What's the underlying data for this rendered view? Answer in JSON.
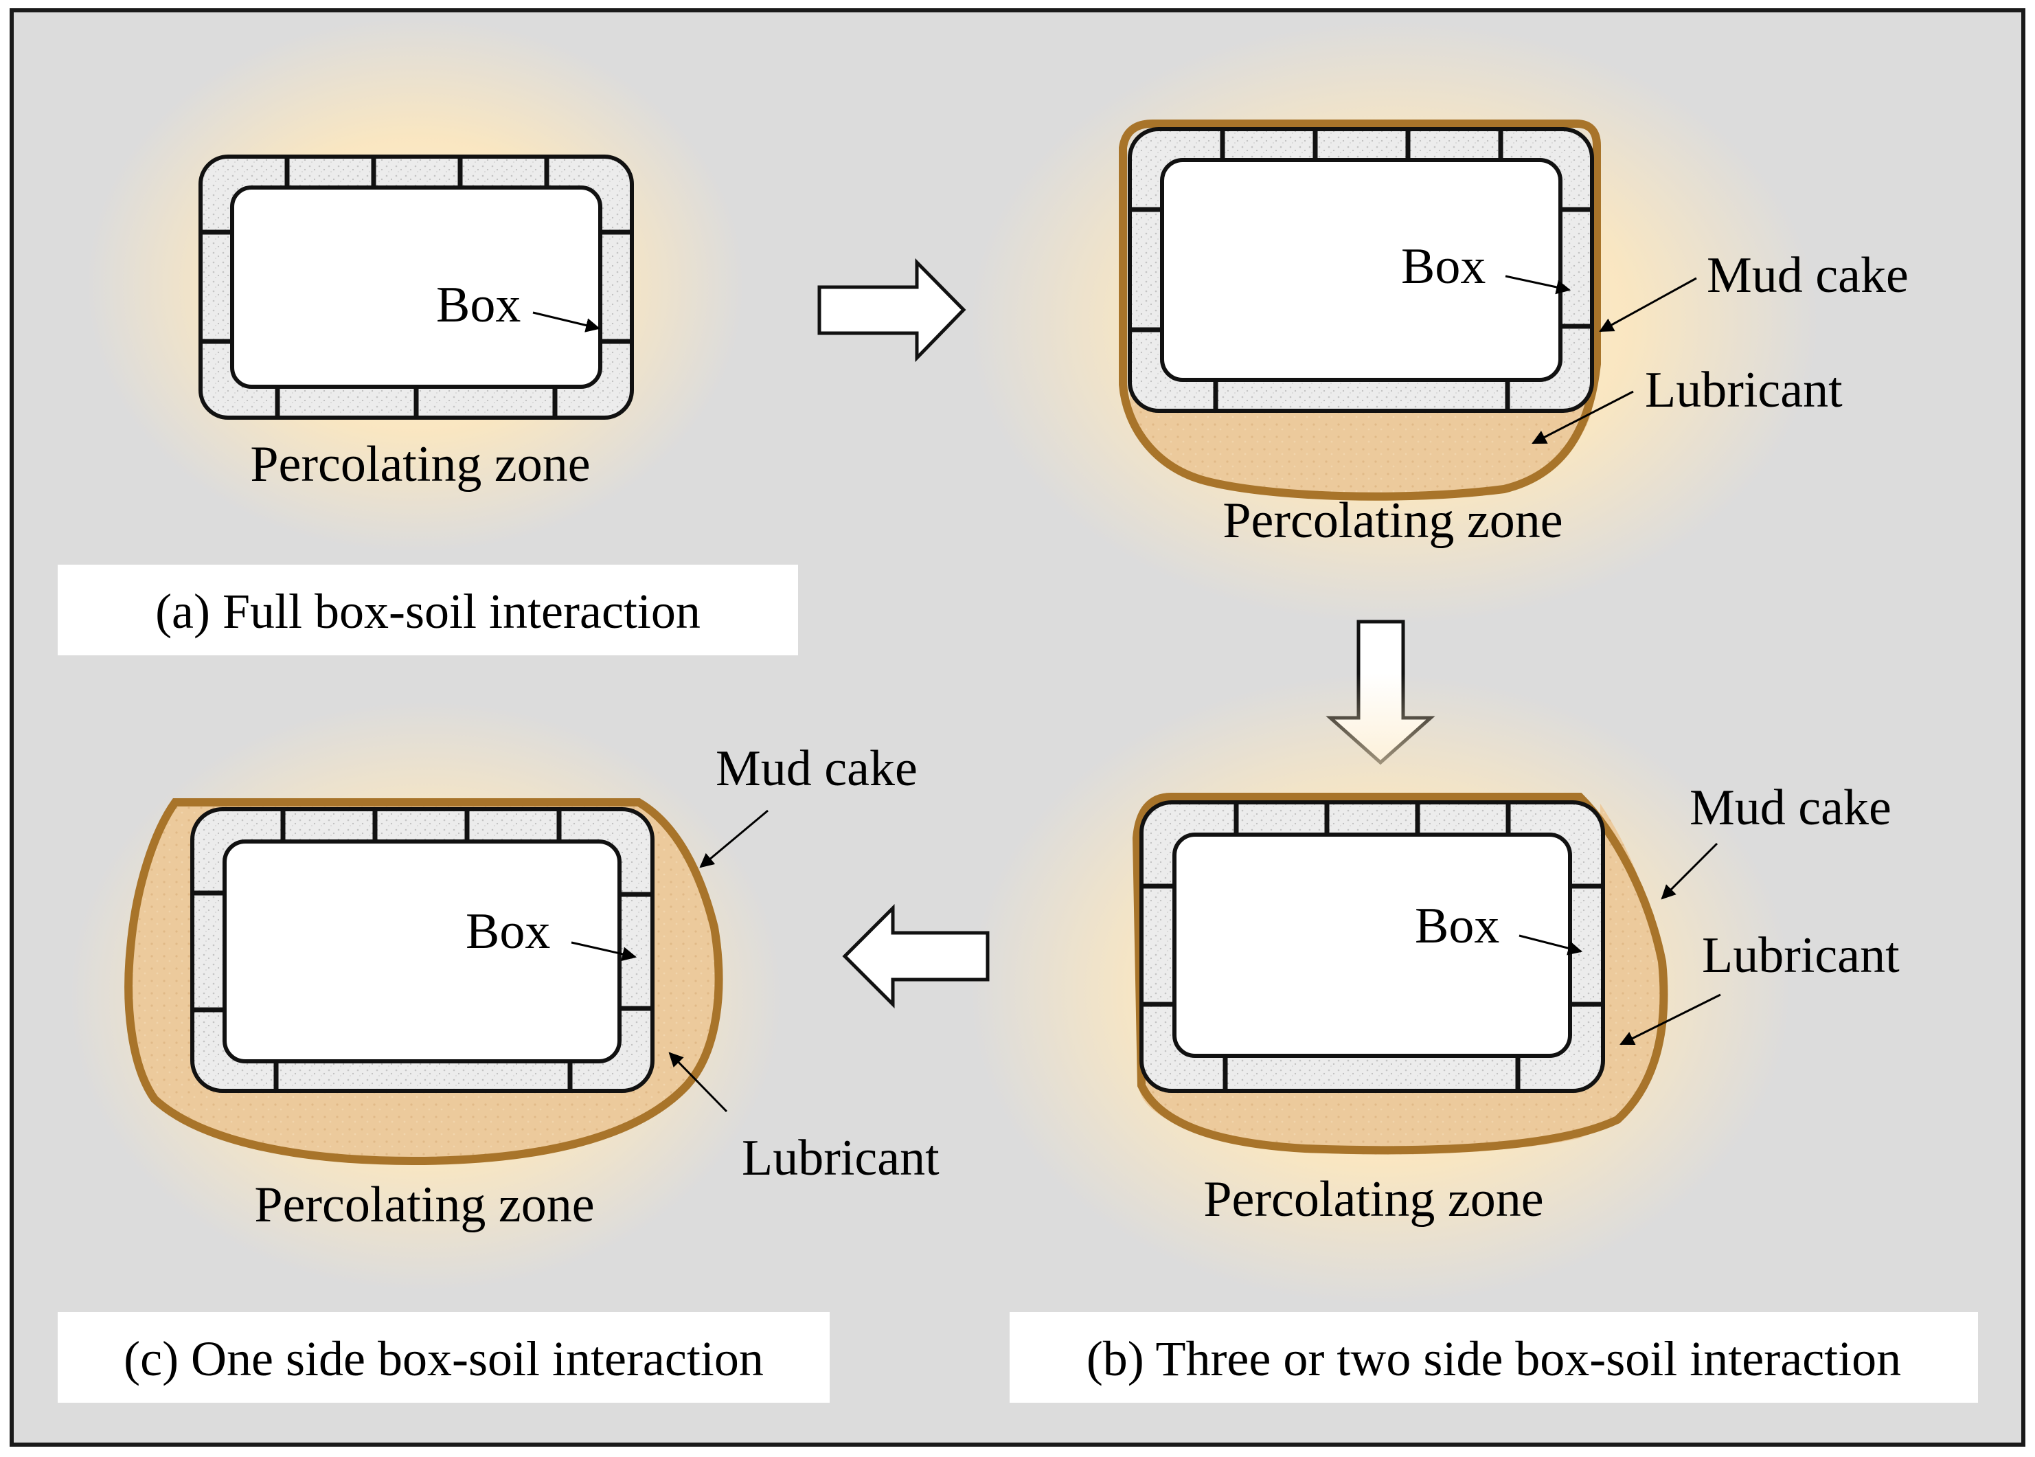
{
  "colors": {
    "background": "#dcdcdc",
    "frame": "#1a1a1a",
    "box_wall": "#ececec",
    "box_inner": "#ffffff",
    "mud_cake": "#a8742a",
    "lubricant": "#e9c89a",
    "glow": "#fbe7c0",
    "caption_box": "#ffffff"
  },
  "icons": [
    "right-arrow-icon",
    "down-arrow-icon",
    "left-arrow-icon"
  ],
  "panels": {
    "a": {
      "box_label": "Box",
      "zone_label": "Percolating zone",
      "caption": "(a) Full box-soil interaction"
    },
    "b_top": {
      "box_label": "Box",
      "mud_cake_label": "Mud cake",
      "lubricant_label": "Lubricant",
      "zone_label": "Percolating zone"
    },
    "b": {
      "box_label": "Box",
      "mud_cake_label": "Mud cake",
      "lubricant_label": "Lubricant",
      "zone_label": "Percolating zone",
      "caption": "(b) Three or two side box-soil interaction"
    },
    "c": {
      "box_label": "Box",
      "mud_cake_label": "Mud cake",
      "lubricant_label": "Lubricant",
      "zone_label": "Percolating zone",
      "caption": "(c) One side box-soil interaction"
    }
  }
}
